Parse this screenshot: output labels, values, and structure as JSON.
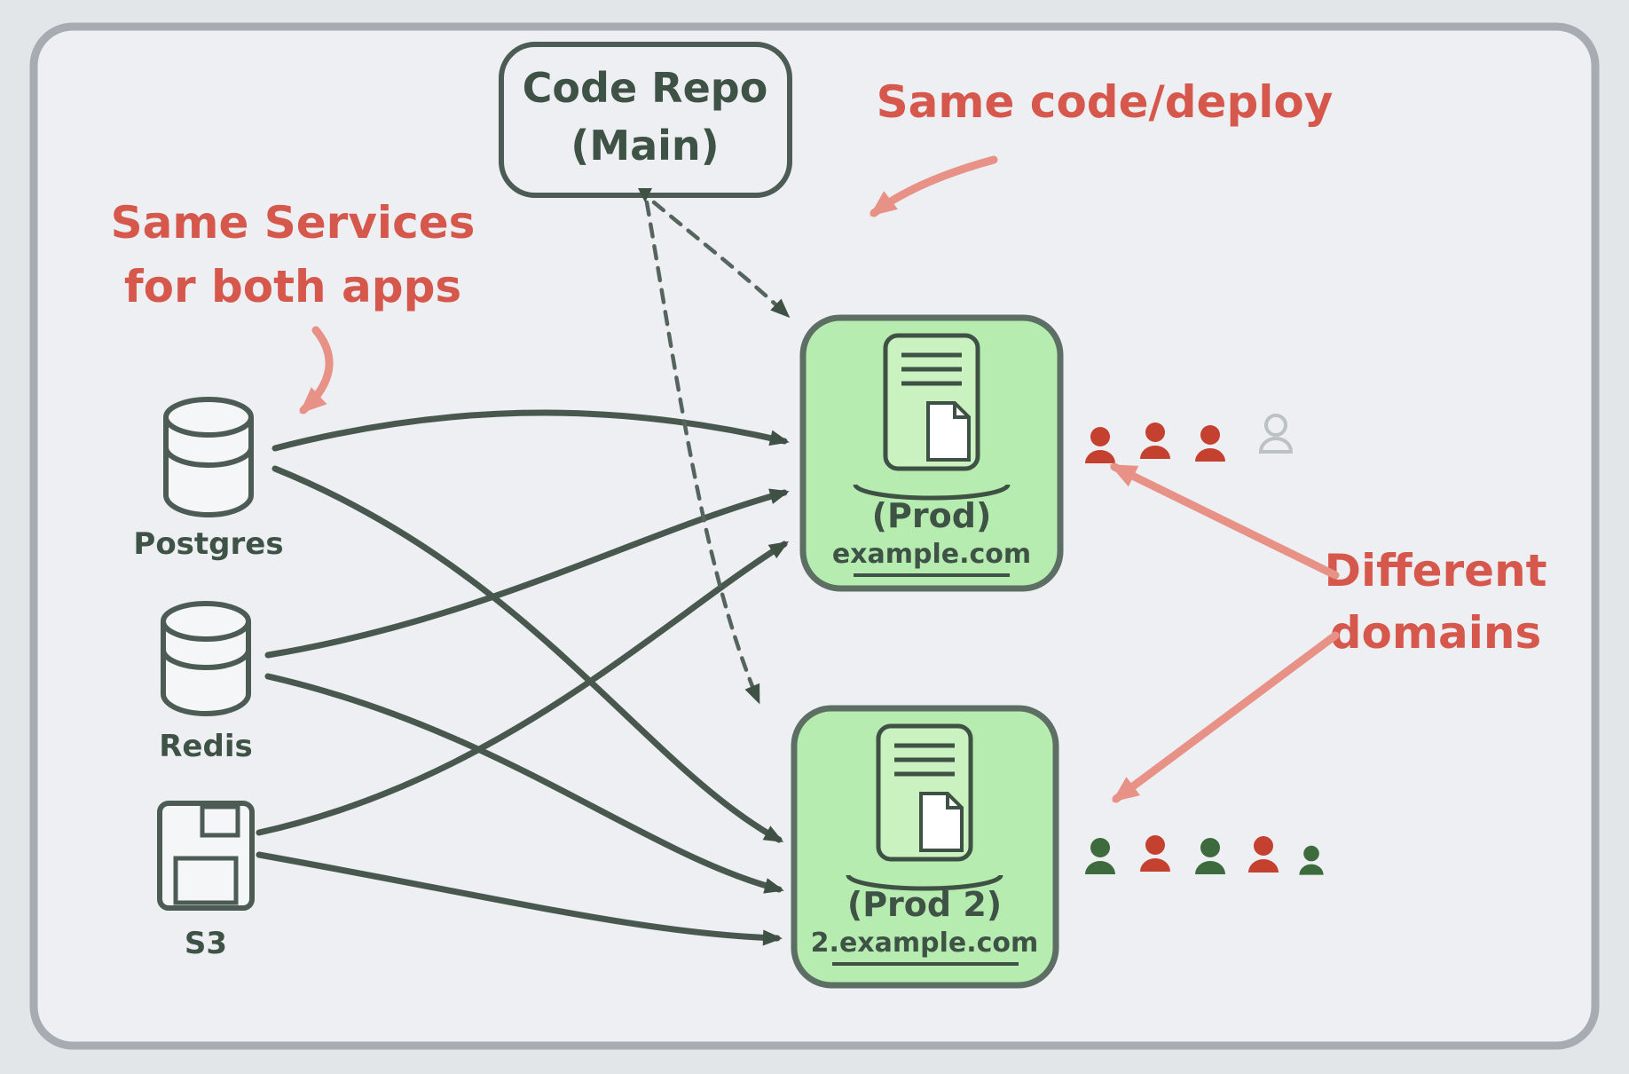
{
  "repo": {
    "line1": "Code Repo",
    "line2": "(Main)"
  },
  "notes": {
    "same_code": "Same code/deploy",
    "same_services_1": "Same Services",
    "same_services_2": "for both apps",
    "different_domains_1": "Different",
    "different_domains_2": "domains"
  },
  "services": [
    {
      "name": "Postgres",
      "icon": "database-icon"
    },
    {
      "name": "Redis",
      "icon": "database-icon"
    },
    {
      "name": "S3",
      "icon": "storage-icon"
    }
  ],
  "apps": [
    {
      "title": "(Prod)",
      "domain": "example.com",
      "icon": "server-icon"
    },
    {
      "title": "(Prod 2)",
      "domain": "2.example.com",
      "icon": "server-icon"
    }
  ],
  "users": {
    "top_row": [
      "red",
      "red",
      "red",
      "outline"
    ],
    "bottom_row": [
      "green",
      "red",
      "green",
      "red",
      "green"
    ]
  },
  "colors": {
    "canvas_bg": "#edeff2",
    "canvas_border": "#a6acb2",
    "ink": "#3f5246",
    "green_fill": "#b7ecb0",
    "green_border": "#5d6f64",
    "red": "#d6584c",
    "pink": "#e89287",
    "user_red": "#c4402f",
    "user_green": "#3d6b3d"
  }
}
